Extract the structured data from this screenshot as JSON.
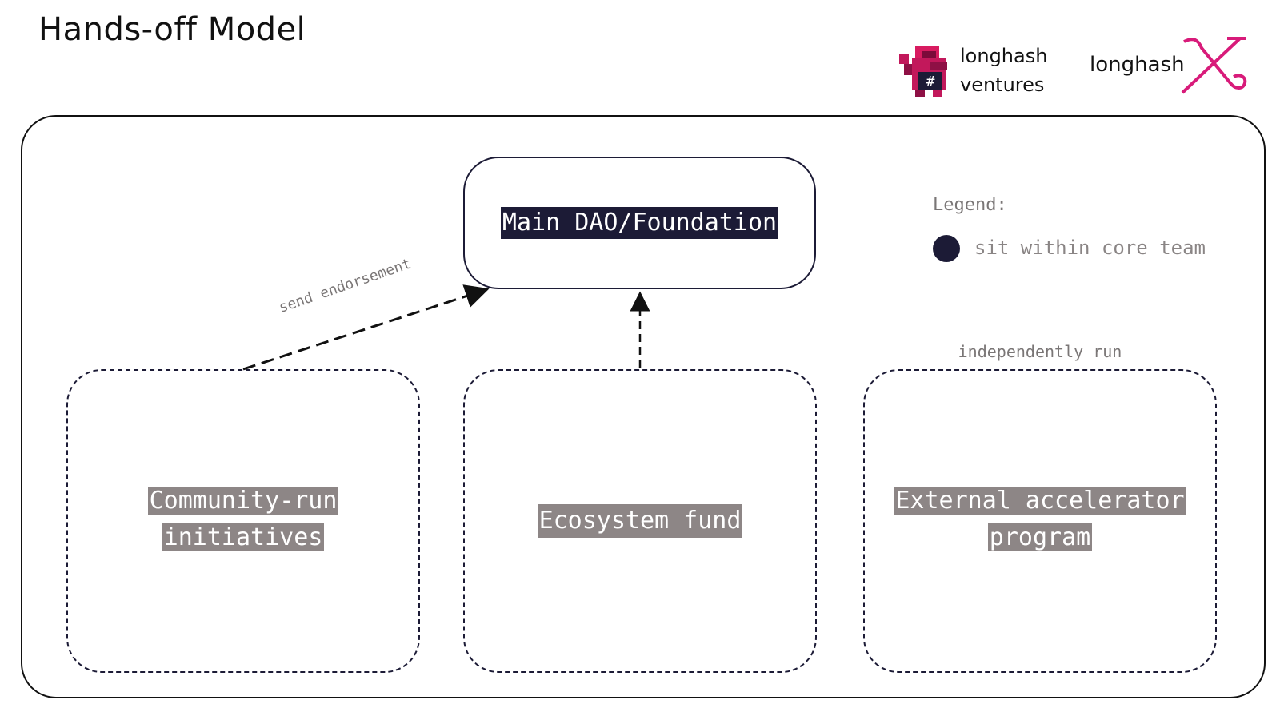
{
  "title": "Hands-off Model",
  "brands": {
    "ventures": {
      "line1": "longhash",
      "line2": "ventures",
      "mascot_icon": "#",
      "accent": "#c2185b"
    },
    "x": {
      "name": "longhash",
      "mark_color": "#d81b7a"
    }
  },
  "nodes": {
    "main": {
      "label": "Main DAO/Foundation",
      "style": "solid",
      "sits_within_core_team": true
    },
    "community": {
      "label": "Community-run initiatives",
      "style": "dashed",
      "sits_within_core_team": false
    },
    "ecosystem": {
      "label": "Ecosystem fund",
      "style": "dashed",
      "sits_within_core_team": false
    },
    "external": {
      "label": "External accelerator program",
      "style": "dashed",
      "sits_within_core_team": false
    }
  },
  "edges": [
    {
      "from": "community",
      "to": "main",
      "label": "send endorsement",
      "style": "dashed"
    },
    {
      "from": "ecosystem",
      "to": "main",
      "label": "",
      "style": "dashed"
    }
  ],
  "notes": {
    "external": "independently run"
  },
  "legend": {
    "title": "Legend:",
    "items": [
      {
        "label": "sit within core team",
        "color": "#1c1b36"
      }
    ]
  },
  "colors": {
    "core_team": "#1c1b36",
    "outside_label": "#8d8686",
    "border": "#111111"
  }
}
